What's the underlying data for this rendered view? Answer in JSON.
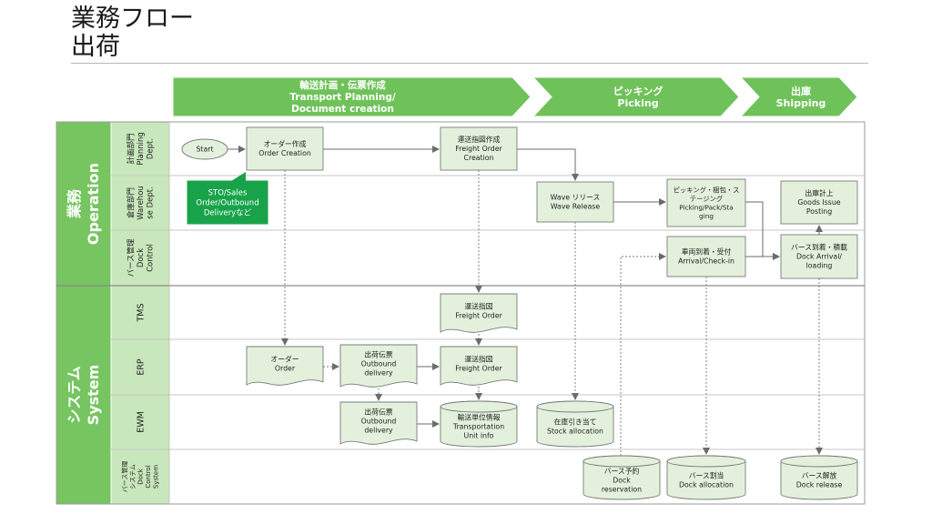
{
  "title": {
    "line1": "業務フロー",
    "line2": "出荷"
  },
  "phases": [
    {
      "id": "planning",
      "lines": [
        "輸送計画・伝票作成",
        "Transport Planning/",
        "Document creation"
      ]
    },
    {
      "id": "picking",
      "lines": [
        "ピッキング",
        "Picking"
      ]
    },
    {
      "id": "shipping",
      "lines": [
        "出庫",
        "Shipping"
      ]
    }
  ],
  "groups": [
    {
      "id": "operation",
      "lines": [
        "業務",
        "Operation"
      ]
    },
    {
      "id": "system",
      "lines": [
        "システム",
        "System"
      ]
    }
  ],
  "lanes": [
    {
      "id": "planning-dept",
      "lines": [
        "計画部門",
        "Planning",
        "Dept."
      ]
    },
    {
      "id": "warehouse-dept",
      "lines": [
        "倉庫部門",
        "Warehou",
        "se Dept."
      ]
    },
    {
      "id": "dock-control",
      "lines": [
        "バース管理",
        "Dock",
        "Control"
      ]
    },
    {
      "id": "tms",
      "lines": [
        "TMS"
      ]
    },
    {
      "id": "erp",
      "lines": [
        "ERP"
      ]
    },
    {
      "id": "ewm",
      "lines": [
        "EWM"
      ]
    },
    {
      "id": "dock-system",
      "lines": [
        "バース管理",
        "システム",
        "Dock",
        "Control",
        "System"
      ]
    }
  ],
  "nodes": [
    {
      "id": "start",
      "shape": "ellipse",
      "lines": [
        "Start"
      ]
    },
    {
      "id": "order-creation",
      "shape": "process",
      "lines": [
        "オーダー作成",
        "Order Creation"
      ]
    },
    {
      "id": "freight-order-creation",
      "shape": "process",
      "lines": [
        "運送指図作成",
        "Freight Order",
        "Creation"
      ]
    },
    {
      "id": "sto-note",
      "shape": "callout",
      "lines": [
        "STO/Sales",
        "Order/Outbound",
        "Deliveryなど"
      ]
    },
    {
      "id": "wave-release",
      "shape": "process",
      "lines": [
        "Wave リリース",
        "Wave Release"
      ]
    },
    {
      "id": "picking-pack",
      "shape": "process",
      "lines": [
        "ピッキング・梱包・ス",
        "テージング",
        "Picking/Pack/Sta",
        "ging"
      ]
    },
    {
      "id": "goods-issue",
      "shape": "process",
      "lines": [
        "出庫計上",
        "Goods Issue",
        "Posting"
      ]
    },
    {
      "id": "arrival-checkin",
      "shape": "process",
      "lines": [
        "車両到着・受付",
        "Arrival/Check-in"
      ]
    },
    {
      "id": "dock-arrival-loading",
      "shape": "process",
      "lines": [
        "バース到着・積載",
        "Dock Arrival/",
        "loading"
      ]
    },
    {
      "id": "tms-freight-order",
      "shape": "document",
      "lines": [
        "運送指図",
        "Freight Order"
      ]
    },
    {
      "id": "erp-order",
      "shape": "document",
      "lines": [
        "オーダー",
        "Order"
      ]
    },
    {
      "id": "erp-outbound-delivery",
      "shape": "document",
      "lines": [
        "出荷伝票",
        "Outbound",
        "delivery"
      ]
    },
    {
      "id": "erp-freight-order",
      "shape": "document",
      "lines": [
        "運送指図",
        "Freight Order"
      ]
    },
    {
      "id": "ewm-outbound-delivery",
      "shape": "document",
      "lines": [
        "出荷伝票",
        "Outbound",
        "delivery"
      ]
    },
    {
      "id": "transport-unit-info",
      "shape": "database",
      "lines": [
        "輸送単位情報",
        "Transportation",
        "Unit info"
      ]
    },
    {
      "id": "stock-allocation",
      "shape": "database",
      "lines": [
        "在庫引き当て",
        "Stock allocation"
      ]
    },
    {
      "id": "dock-reservation",
      "shape": "database",
      "lines": [
        "バース予約",
        "Dock",
        "reservation"
      ]
    },
    {
      "id": "dock-allocation",
      "shape": "database",
      "lines": [
        "バース割当",
        "Dock allocation"
      ]
    },
    {
      "id": "dock-release",
      "shape": "database",
      "lines": [
        "バース解放",
        "Dock release"
      ]
    }
  ],
  "colors": {
    "phase_fill": "#6fc25a",
    "group_fill": "#76c561",
    "lane_label_fill": "#c9e7bc",
    "node_fill": "#e3f1dc",
    "callout_fill": "#18a34a",
    "line": "#6b6b6b"
  }
}
